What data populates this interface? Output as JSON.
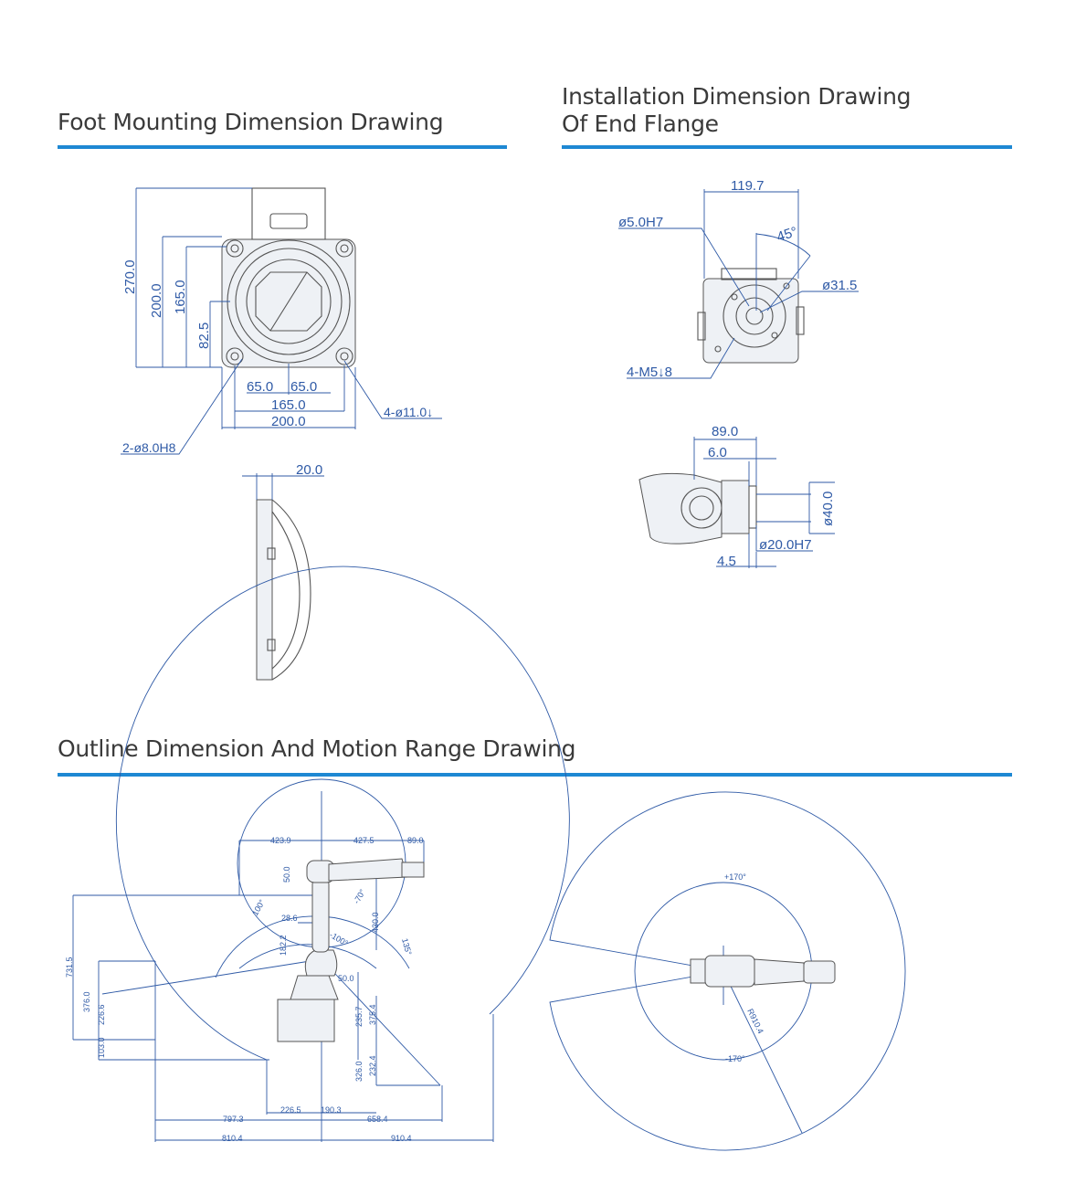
{
  "sections": {
    "foot": {
      "title": "Foot Mounting Dimension Drawing"
    },
    "flange": {
      "title_line1": "Installation Dimension Drawing",
      "title_line2": "Of End Flange"
    },
    "outline": {
      "title": "Outline Dimension And Motion Range Drawing"
    }
  },
  "foot_dims": {
    "h270": "270.0",
    "h200": "200.0",
    "h165": "165.0",
    "h82": "82.5",
    "w65a": "65.0",
    "w65b": "65.0",
    "w165": "165.0",
    "w200": "200.0",
    "holes4": "4-ø11.0↓",
    "holes2": "2-ø8.0H8",
    "side20": "20.0"
  },
  "flange_dims": {
    "w119": "119.7",
    "pin": "ø5.0H7",
    "angle45": "45°",
    "d31": "ø31.5",
    "m5": "4-M5↓8",
    "l89": "89.0",
    "l6": "6.0",
    "d40": "ø40.0",
    "d20": "ø20.0H7",
    "l45": "4.5"
  },
  "outline_dims": {
    "a423": "423.9",
    "a427": "427.5",
    "a89": "89.0",
    "a50v": "50.0",
    "ang100": "100°",
    "ang70": "-70°",
    "ang135": "135°",
    "ang100b": "-100°",
    "a28": "28.6",
    "a430": "430.0",
    "a182": "182.2",
    "a50h": "50.0",
    "a731": "731.5",
    "a376": "376.0",
    "a226v": "226.6",
    "a103": "103.0",
    "a235": "235.7",
    "a375": "375.4",
    "a326": "326.0",
    "a232": "232.4",
    "a797": "797.3",
    "a226h": "226.5",
    "a190": "190.3",
    "a658": "658.4",
    "a810": "810.4",
    "a910": "910.4",
    "top170": "+170°",
    "bot170": "-170°",
    "r910": "R910.4"
  }
}
